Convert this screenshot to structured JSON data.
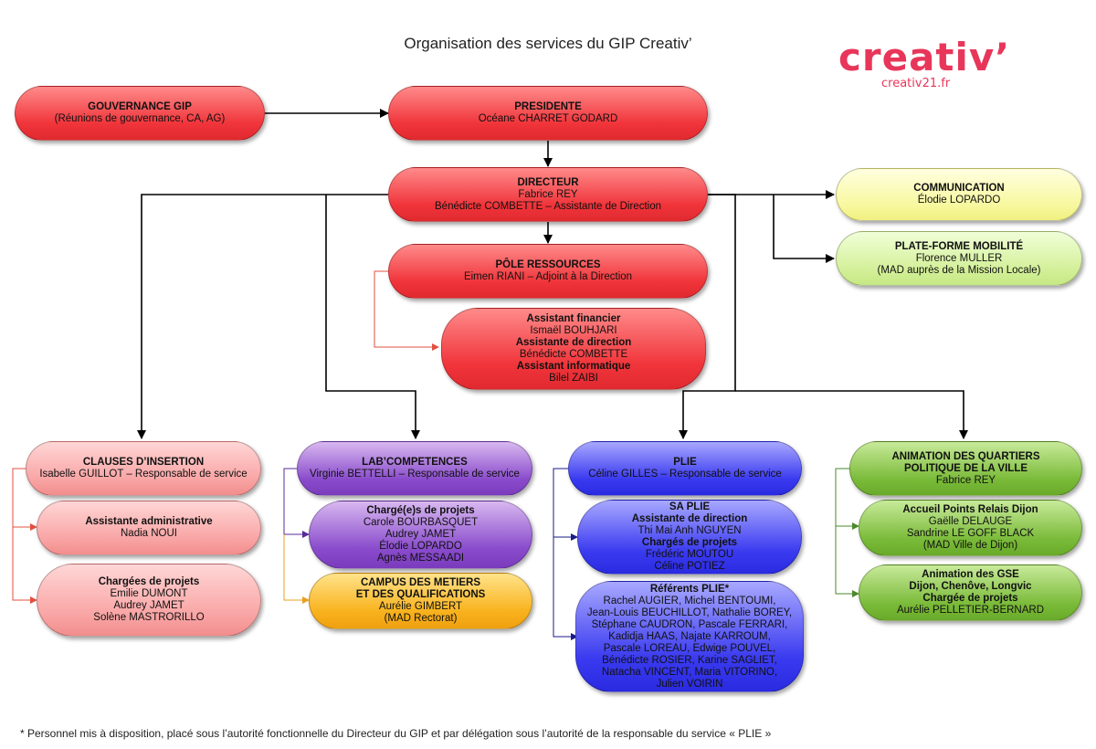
{
  "title": "Organisation des services du GIP Creativ’",
  "logo": {
    "word": "creativ’",
    "url": "creativ21.fr"
  },
  "footnote": "* Personnel mis à disposition, placé sous l’autorité fonctionnelle du Directeur du GIP et par délégation sous l’autorité de la responsable du service « PLIE »",
  "nodes": {
    "gouvernance": {
      "title": "GOUVERNANCE GIP",
      "lines": [
        "(Réunions de gouvernance, CA, AG)"
      ]
    },
    "presidente": {
      "title": "PRESIDENTE",
      "lines": [
        "Océane CHARRET GODARD"
      ]
    },
    "directeur": {
      "title": "DIRECTEUR",
      "lines": [
        "Fabrice REY",
        "Bénédicte COMBETTE – Assistante de Direction"
      ]
    },
    "communication": {
      "title": "COMMUNICATION",
      "lines": [
        "Élodie LOPARDO"
      ]
    },
    "plateforme": {
      "title": "PLATE-FORME MOBILITÉ",
      "lines": [
        "Florence MULLER",
        "(MAD auprès de la  Mission Locale)"
      ]
    },
    "pole": {
      "title": "PÔLE RESSOURCES",
      "lines": [
        "Eimen RIANI – Adjoint à la Direction"
      ]
    },
    "ressources_staff": {
      "t1": "Assistant financier",
      "l1": "Ismaël BOUHJARI",
      "t2": "Assistante de direction",
      "l2": "Bénédicte COMBETTE",
      "t3": "Assistant informatique",
      "l3": "Bilel ZAIBI"
    },
    "clauses": {
      "title": "CLAUSES D’INSERTION",
      "lines": [
        "Isabelle GUILLOT – Responsable de service"
      ]
    },
    "clauses_admin": {
      "title": "Assistante administrative",
      "lines": [
        "Nadia NOUI"
      ]
    },
    "clauses_projets": {
      "title": "Chargées de projets",
      "lines": [
        "Emilie DUMONT",
        "Audrey JAMET",
        "Solène MASTRORILLO"
      ]
    },
    "lab": {
      "title": "LAB’COMPETENCES",
      "lines": [
        "Virginie BETTELLI – Responsable de service"
      ]
    },
    "lab_projets": {
      "title": "Chargé(e)s de projets",
      "lines": [
        "Carole BOURBASQUET",
        "Audrey JAMET",
        "Élodie LOPARDO",
        "Agnès MESSAADI"
      ]
    },
    "campus": {
      "title": "CAMPUS DES METIERS",
      "title2": "ET DES QUALIFICATIONS",
      "lines": [
        "Aurélie GIMBERT",
        "(MAD Rectorat)"
      ]
    },
    "plie": {
      "title": "PLIE",
      "lines": [
        "Céline GILLES – Responsable de service"
      ]
    },
    "saplie": {
      "title": "SA PLIE",
      "title2": "Assistante de direction",
      "l1": "Thi Mai Anh NGUYEN",
      "title3": "Chargés de projets",
      "l2": "Frédéric MOUTOU",
      "l3": "Céline POTIEZ"
    },
    "referents": {
      "title": "Référents PLIE*",
      "lines": [
        "Rachel AUGIER, Michel BENTOUMI,",
        "Jean-Louis BEUCHILLOT, Nathalie BOREY,",
        "Stéphane CAUDRON, Pascale FERRARI,",
        "Kadidja HAAS, Najate KARROUM,",
        "Pascale LOREAU, Edwige POUVEL,",
        "Bénédicte ROSIER, Karine SAGLIET,",
        "Natacha VINCENT, Maria VITORINO,",
        "Julien VOIRIN"
      ]
    },
    "animation": {
      "title": "ANIMATION DES QUARTIERS",
      "title2": "POLITIQUE DE LA VILLE",
      "lines": [
        "Fabrice REY"
      ]
    },
    "accueil": {
      "title": "Accueil Points Relais Dijon",
      "lines": [
        "Gaëlle DELAUGE",
        "Sandrine LE GOFF BLACK",
        "(MAD Ville de Dijon)"
      ]
    },
    "gse": {
      "title": "Animation des GSE",
      "title2": "Dijon, Chenôve, Longvic",
      "title3": "Chargée de projets",
      "lines": [
        "Aurélie PELLETIER-BERNARD"
      ]
    }
  }
}
